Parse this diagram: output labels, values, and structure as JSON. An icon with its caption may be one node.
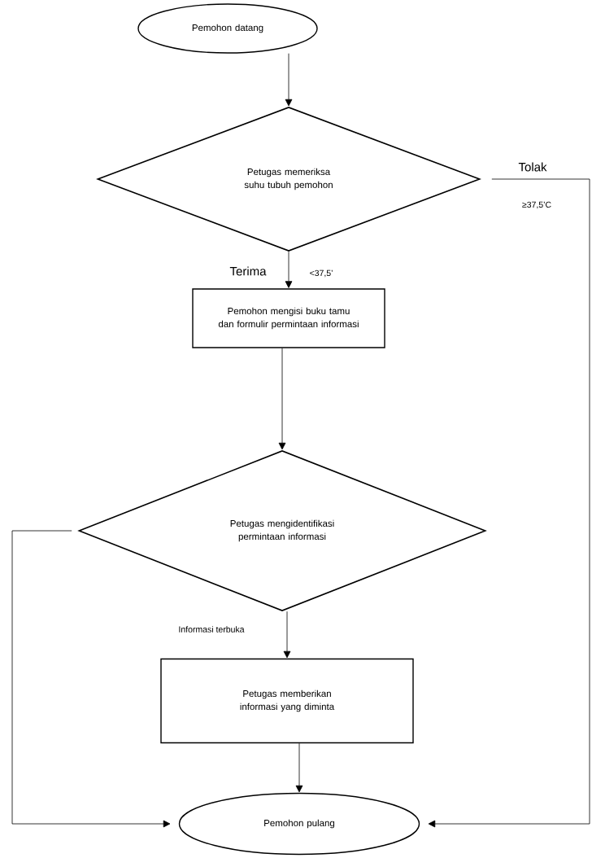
{
  "diagram": {
    "nodes": [
      {
        "text": [
          "Pemohon datang"
        ]
      },
      {
        "text": [
          "Petugas memeriksa suhu tubuh pemohon"
        ]
      },
      {
        "text": [
          "Pemohon mengisi buku tamu dan formulir permintaan informasi"
        ]
      },
      {
        "text": [
          "Petugas mengidentifikasi permintaan informasi"
        ]
      },
      {
        "text": [
          "Petugas memberikan informasi yang diminta"
        ]
      },
      {
        "text": [
          "Pemohon pulang"
        ]
      }
    ],
    "edges": [
      {
        "from": 0,
        "to": 1,
        "arrow": "to"
      },
      {
        "from": 1,
        "to": 2,
        "arrow": "to",
        "label": "<37,5’"
      },
      {
        "from": 1,
        "to": 5,
        "arrow": "to",
        "label": "≥37,5’C"
      },
      {
        "from": 2,
        "to": 3,
        "arrow": "to"
      },
      {
        "from": 3,
        "to": 4,
        "arrow": "to",
        "label": "Informasi terbuka"
      },
      {
        "from": 3,
        "to": 5,
        "arrow": "to"
      },
      {
        "from": 4,
        "to": 5,
        "arrow": "to"
      }
    ],
    "labels": [
      "Tolak",
      "Terima"
    ]
  }
}
